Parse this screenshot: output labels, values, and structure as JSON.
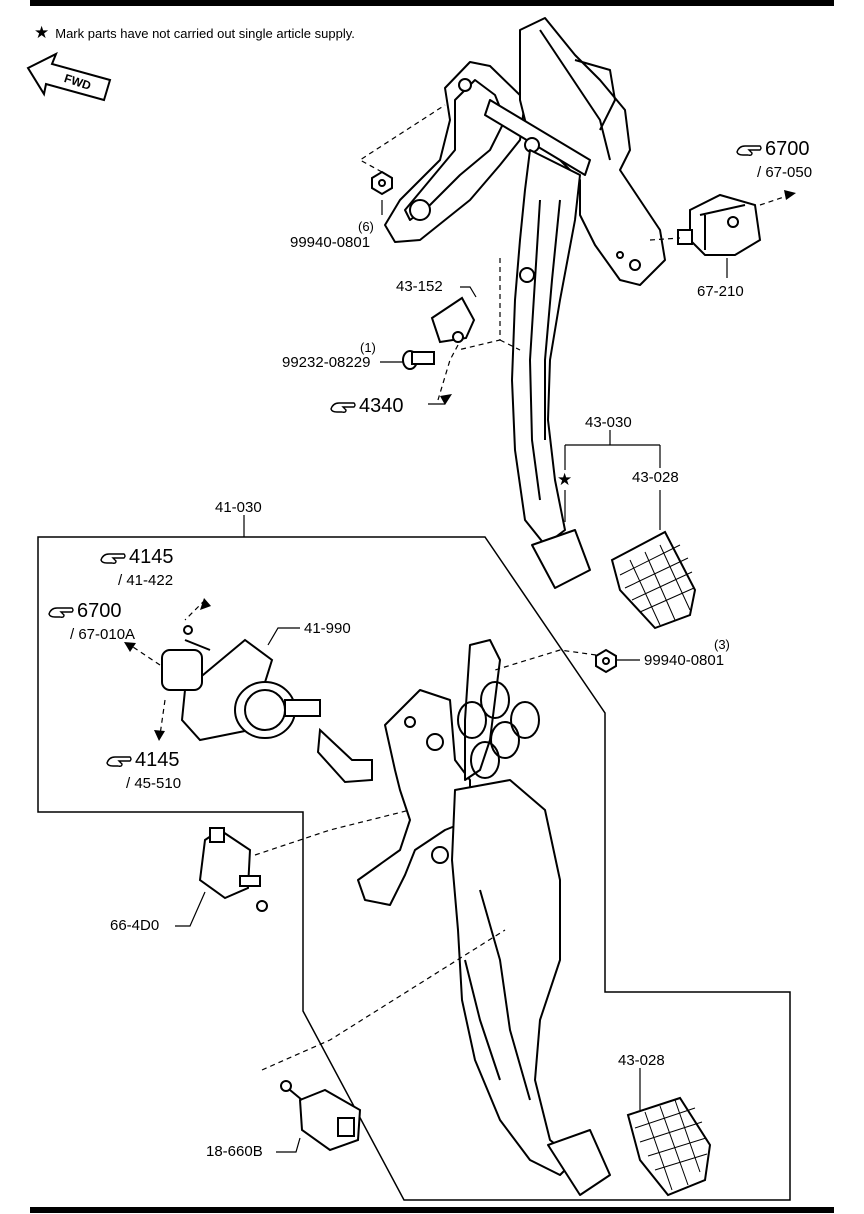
{
  "note": {
    "star": "★",
    "text": "Mark parts have not carried out single article supply."
  },
  "fwd": "FWD",
  "refs": [
    {
      "id": "r6700a",
      "num": "6700",
      "sub": "/ 67-050"
    },
    {
      "id": "r4340",
      "num": "4340",
      "sub": ""
    },
    {
      "id": "r4145a",
      "num": "4145",
      "sub": "/ 41-422"
    },
    {
      "id": "r6700b",
      "num": "6700",
      "sub": "/ 67-010A"
    },
    {
      "id": "r4145b",
      "num": "4145",
      "sub": "/ 45-510"
    }
  ],
  "parts": {
    "p99940_top": "99940-0801",
    "p99940_top_qty": "(6)",
    "p67_210": "67-210",
    "p43_152": "43-152",
    "p99232": "99232-08229",
    "p99232_qty": "(1)",
    "p43_030": "43-030",
    "p43_028_top": "43-028",
    "p41_030": "41-030",
    "p41_990": "41-990",
    "p99940_mid": "99940-0801",
    "p99940_mid_qty": "(3)",
    "p66_4D0": "66-4D0",
    "p43_028_bot": "43-028",
    "p18_660B": "18-660B",
    "star_mark": "★"
  }
}
